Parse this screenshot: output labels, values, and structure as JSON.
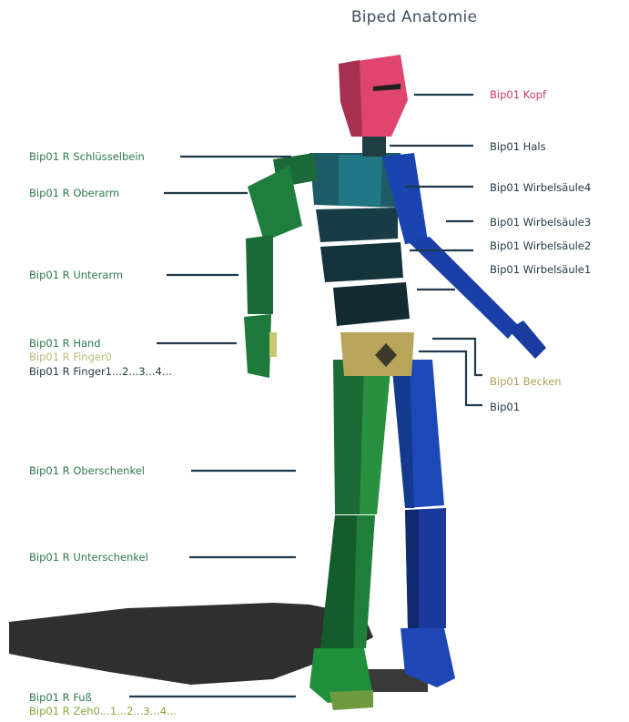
{
  "title": "Biped Anatomie",
  "colors": {
    "label_green": "#2e7a52",
    "label_dark": "#243a44",
    "label_pink": "#cf3a6a",
    "label_yellow": "#b7bc74",
    "leader_line": "#1f3a4d",
    "right_side_green": "#1d7a3a",
    "left_side_blue": "#1b3fa8",
    "head_pink": "#e0456f",
    "pelvis_tan": "#b8a45a"
  },
  "labels": {
    "kopf": "Bip01 Kopf",
    "hals": "Bip01 Hals",
    "wirbel4": "Bip01 Wirbelsäule4",
    "wirbel3": "Bip01 Wirbelsäule3",
    "wirbel2": "Bip01 Wirbelsäule2",
    "wirbel1": "Bip01 Wirbelsäule1",
    "becken": "Bip01 Becken",
    "bip01": "Bip01",
    "schluesselbein": "Bip01 R Schlüsselbein",
    "oberarm": "Bip01 R Oberarm",
    "unterarm": "Bip01 R Unterarm",
    "hand": "Bip01 R Hand",
    "finger0": "Bip01 R Finger0",
    "fingers": "Bip01 R Finger1...2...3...4...",
    "oberschenkel": "Bip01 R Oberschenkel",
    "unterschenkel": "Bip01 R Unterschenkel",
    "fuss": "Bip01 R Fuß",
    "zehen": "Bip01 R Zeh0...1...2...3...4..."
  }
}
